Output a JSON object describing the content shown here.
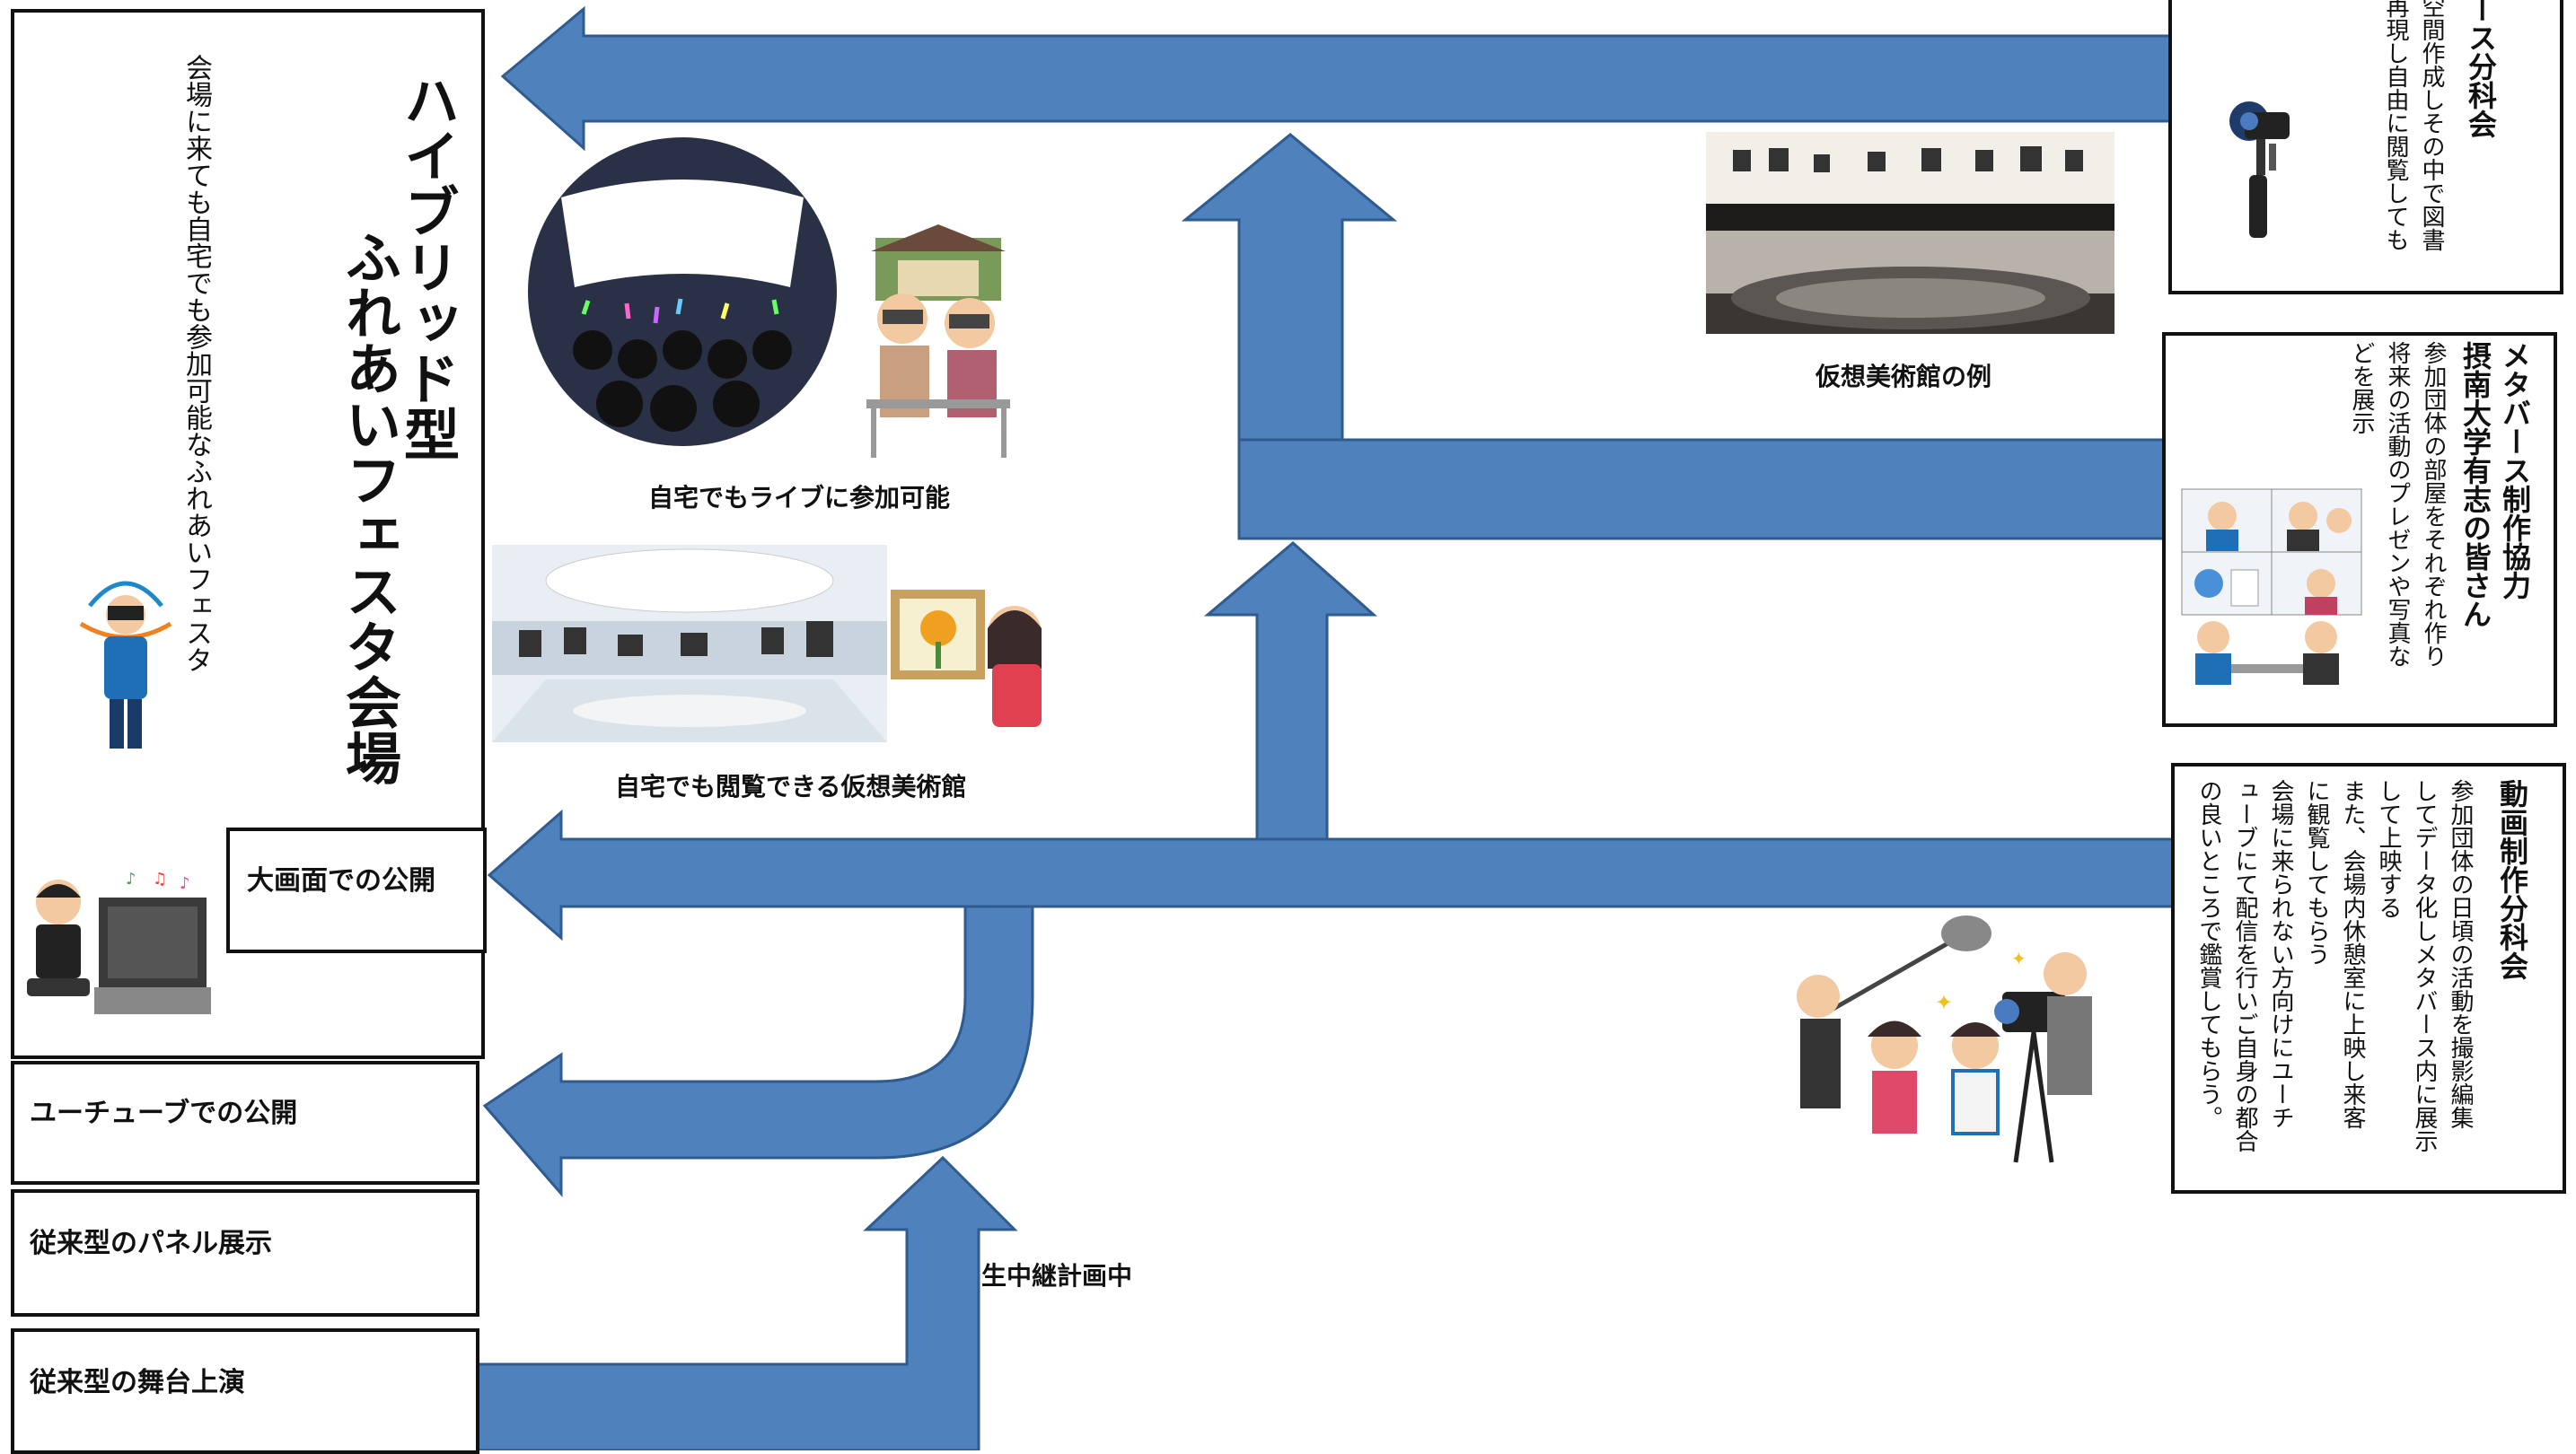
{
  "venue": {
    "title": "ハイブリッド型",
    "subtitle": "ふれあいフェスタ会場",
    "tagline": "会場に来ても自宅でも参加可能なふれあいフェスタ"
  },
  "outputs": {
    "big_screen": "大画面での公開",
    "youtube": "ユーチューブでの公開",
    "panel": "従来型のパネル展示",
    "stage": "従来型の舞台上演"
  },
  "captions": {
    "live_home": "自宅でもライブに参加可能",
    "virtual_museum_home": "自宅でも閲覧できる仮想美術館",
    "virtual_museum_example": "仮想美術館の例",
    "live_relay": "生中継計画中"
  },
  "groups": {
    "metaverse": {
      "title": "ース分科会",
      "body": "空間作成しその中で図書\n再現し自由に閲覧しても"
    },
    "setsunan": {
      "title": "メタバース制作協力\n摂南大学有志の皆さん",
      "body": "参加団体の部屋をそれぞれ作り\n将来の活動のプレゼンや写真な\nどを展示"
    },
    "video": {
      "title": "動画制作分科会",
      "body": "参加団体の日頃の活動を撮影編集\nしてデータ化しメタバース内に展示\nして上映する\nまた、会場内休憩室に上映し来客\nに観覧してもらう\n会場に来られない方向けにユーチ\nューブにて配信を行いご自身の都合\nの良いところで鑑賞してもらう。"
    }
  },
  "colors": {
    "arrow": "#4f81bd",
    "border": "#111111"
  },
  "icons": [
    "vr-person-icon",
    "tv-gamer-icon",
    "concert-vr-icon",
    "vr-elderly-icon",
    "virtual-museum-icon",
    "painting-viewer-icon",
    "camera-gimbal-icon",
    "video-meeting-icon",
    "film-crew-icon",
    "museum-photo-icon"
  ]
}
